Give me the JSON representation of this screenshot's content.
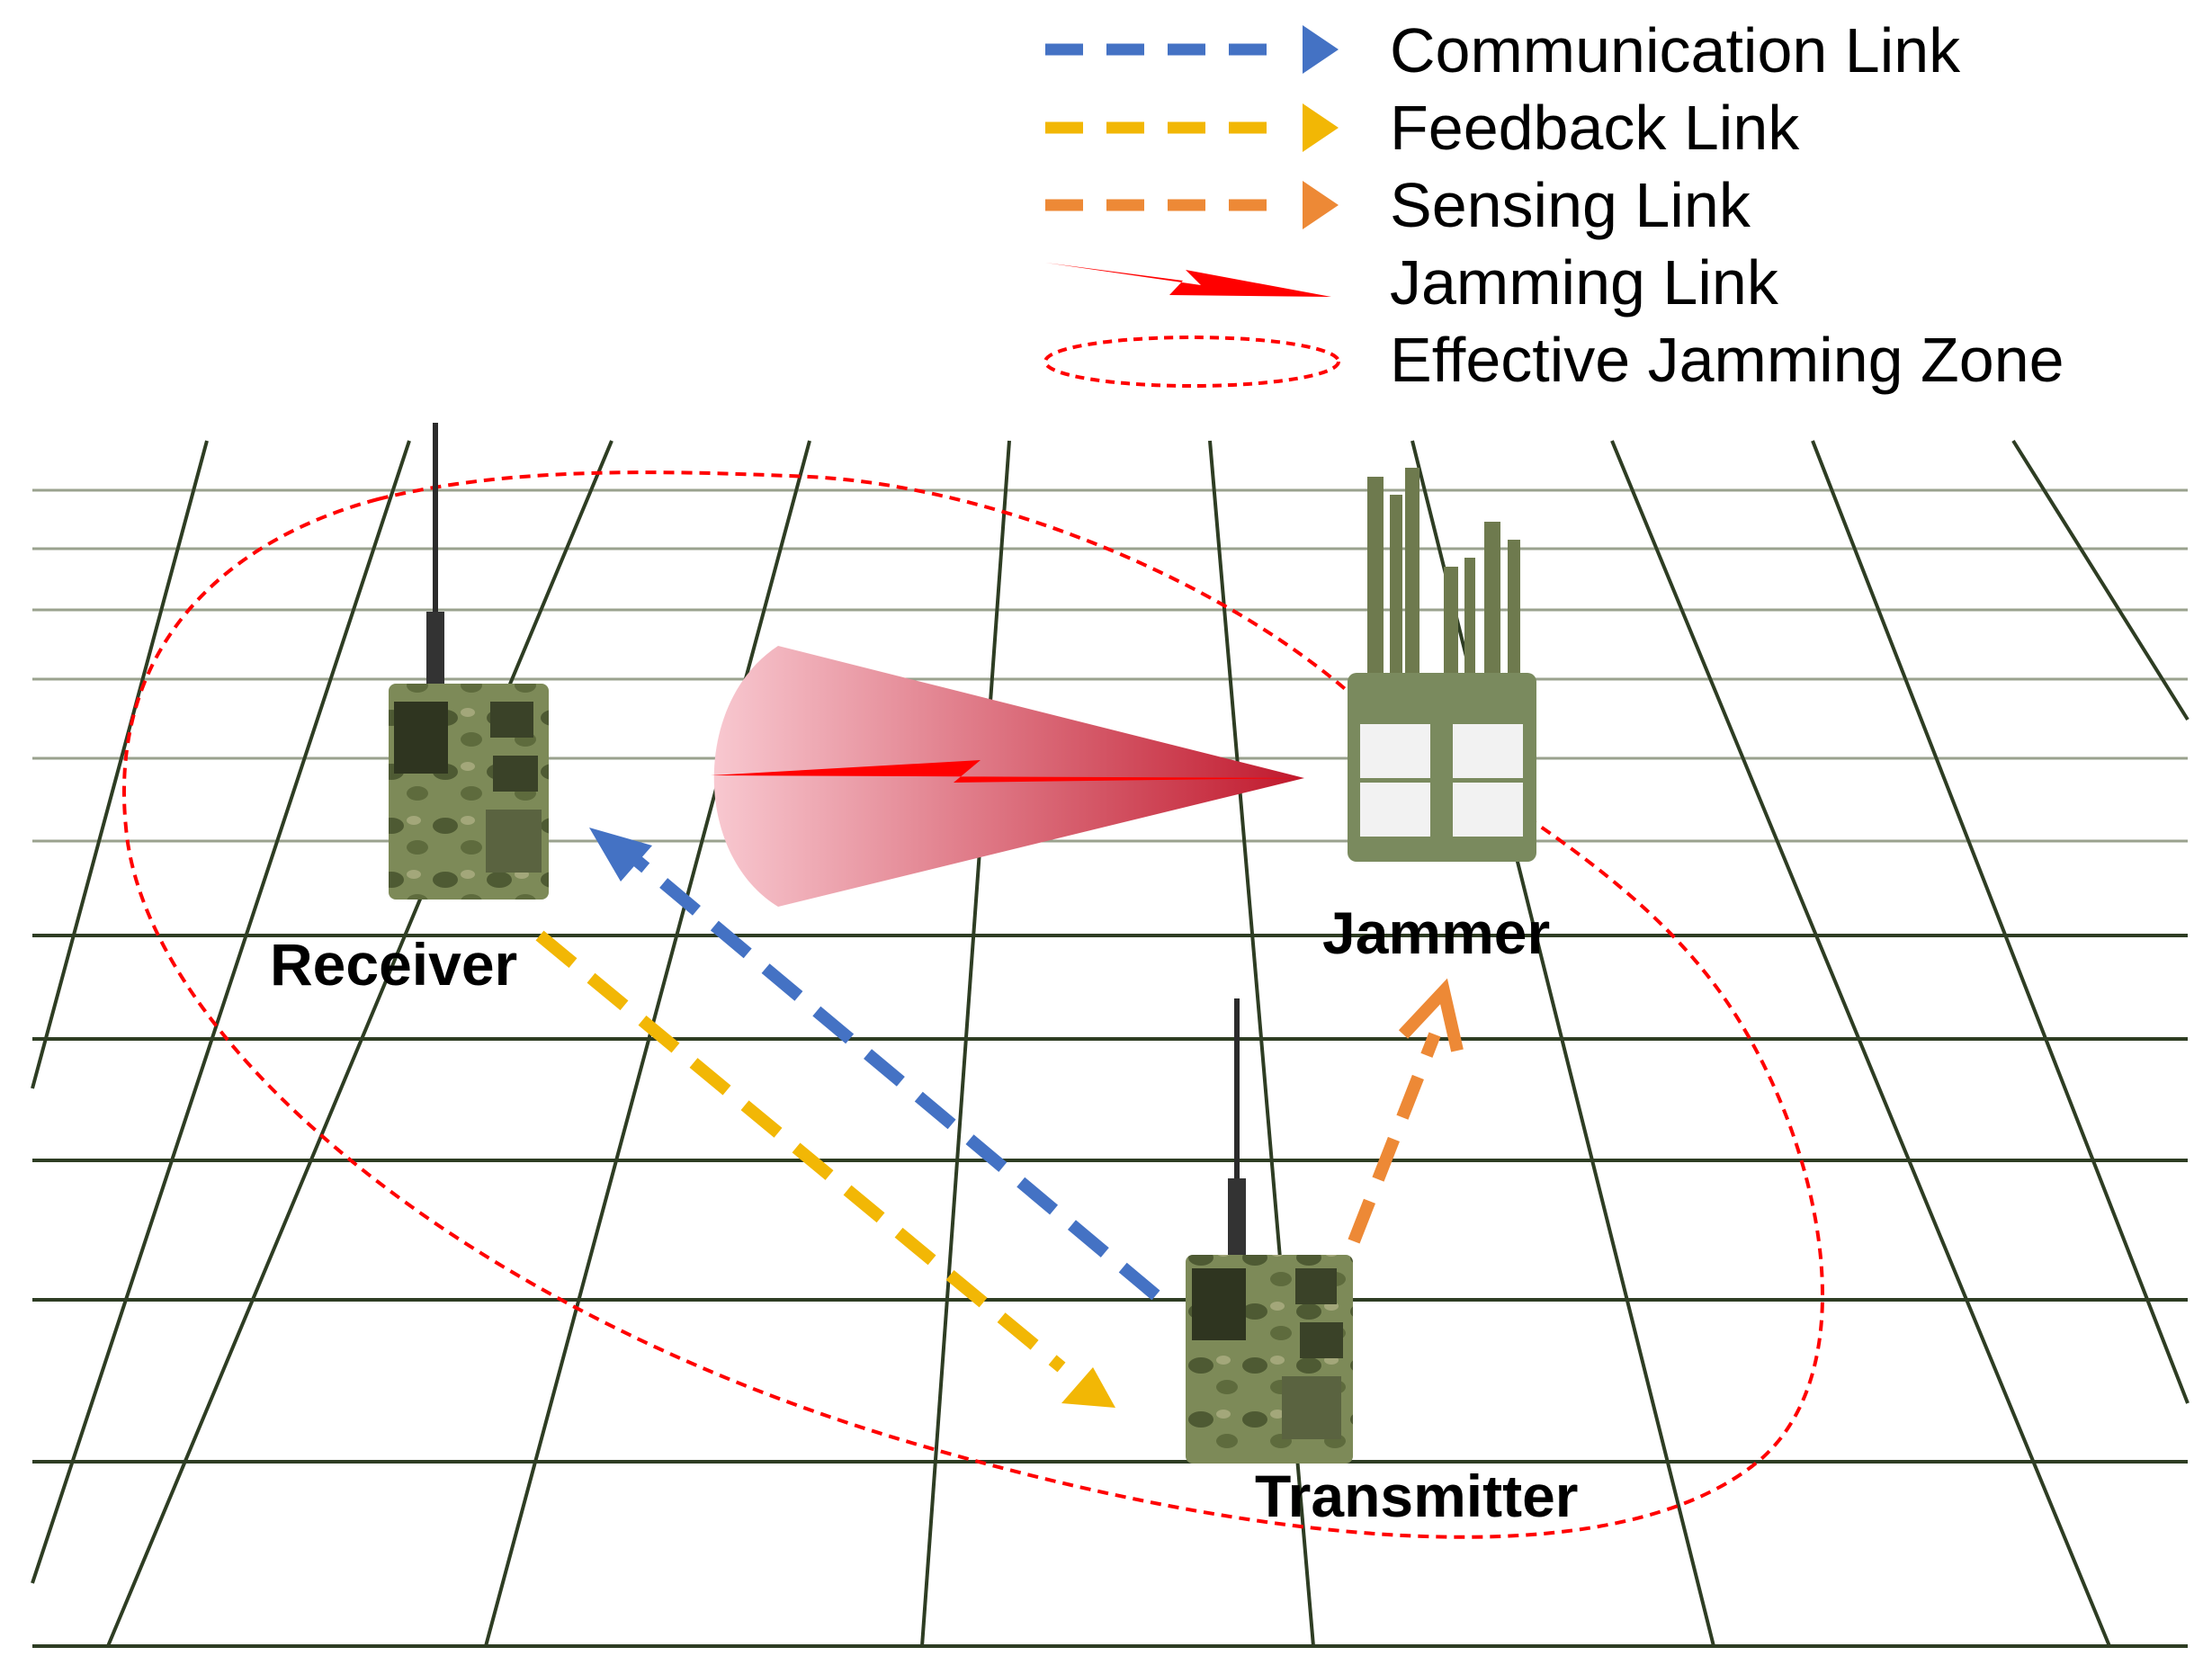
{
  "legend": {
    "communication": {
      "label": "Communication Link",
      "color": "#4472C4"
    },
    "feedback": {
      "label": "Feedback Link",
      "color": "#F2B705"
    },
    "sensing": {
      "label": "Sensing Link",
      "color": "#ED8936"
    },
    "jamming": {
      "label": "Jamming Link",
      "color": "#FF0000"
    },
    "zone": {
      "label": "Effective Jamming Zone",
      "color": "#FF0000"
    }
  },
  "nodes": {
    "receiver": {
      "label": "Receiver",
      "icon": "radio-icon"
    },
    "jammer": {
      "label": "Jammer",
      "icon": "jammer-icon"
    },
    "transmitter": {
      "label": "Transmitter",
      "icon": "radio-icon"
    }
  },
  "colors": {
    "grid": "#2E3D23",
    "device_body": "#6E7A4E",
    "device_dark": "#3F4A2A",
    "jammer_body": "#7A8A5E",
    "jamming_beam": "#C0182C"
  }
}
